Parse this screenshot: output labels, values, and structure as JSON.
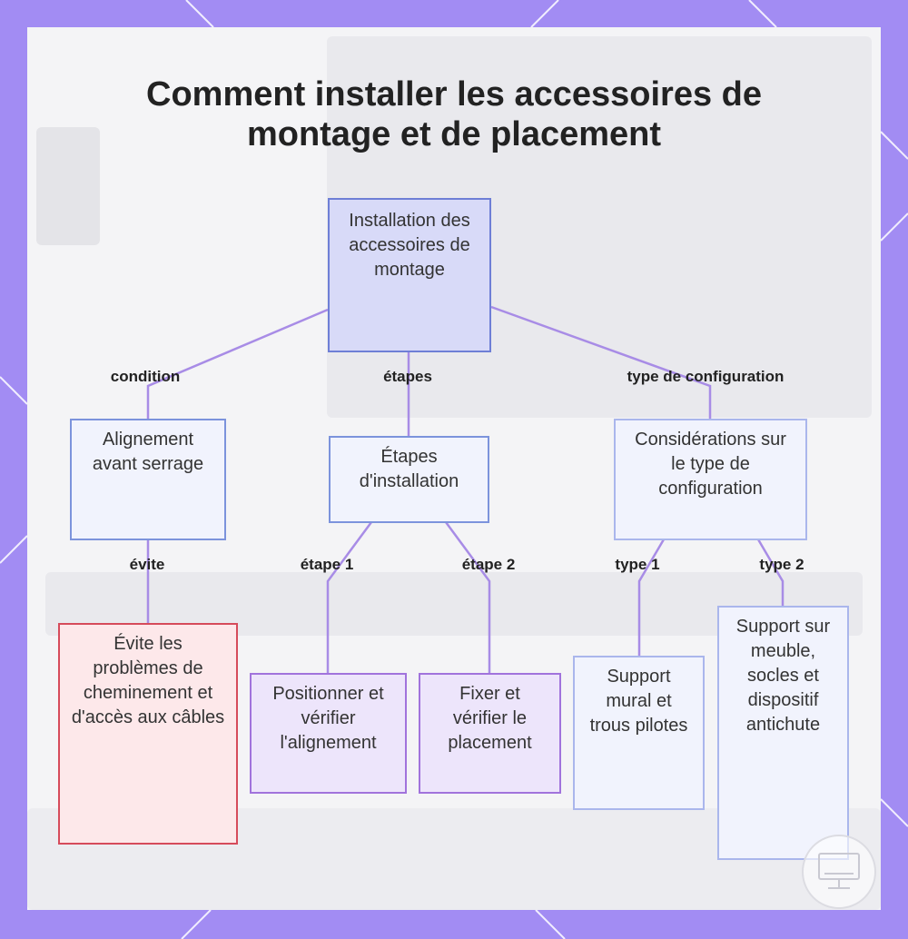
{
  "title": {
    "line1": "Comment installer les accessoires de",
    "line2": "montage et de placement"
  },
  "nodes": {
    "root": "Installation des accessoires de montage",
    "alignment": "Alignement avant serrage",
    "steps": "Étapes d'installation",
    "config": "Considérations sur le type de configuration",
    "avoid": "Évite les problèmes de cheminement et d'accès aux câbles",
    "position": "Positionner et vérifier l'alignement",
    "fix": "Fixer et vérifier le placement",
    "wall": "Support mural et trous pilotes",
    "furniture": "Support sur meuble, socles et dispositif antichute"
  },
  "edges": {
    "condition": "condition",
    "etapes": "étapes",
    "type_config": "type de configuration",
    "evite": "évite",
    "etape1": "étape 1",
    "etape2": "étape 2",
    "type1": "type 1",
    "type2": "type 2"
  },
  "colors": {
    "background_frame": "#a28cf3",
    "connector": "#a88ce6",
    "root_fill": "#d8daf8",
    "root_border": "#6e7fd6",
    "blue_fill": "#f1f3fd",
    "blue_border": "#7c93dc",
    "lilac_fill": "#ede5fb",
    "lilac_border": "#a173dc",
    "red_fill": "#fde8ea",
    "red_border": "#d64b5b"
  },
  "icons": {
    "watermark": "monitor-stand-icon"
  }
}
